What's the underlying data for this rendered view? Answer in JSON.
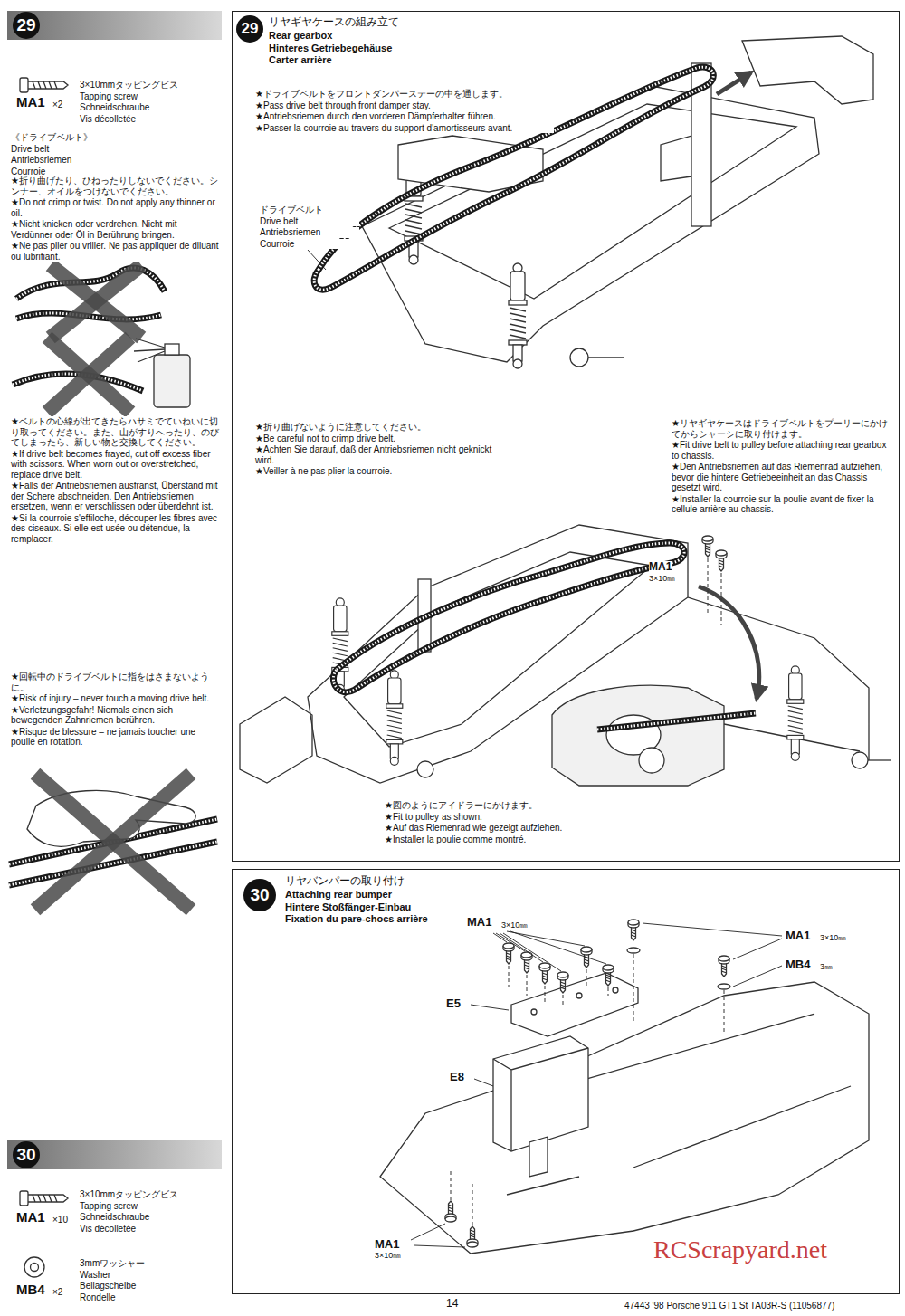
{
  "diagram": {
    "nodes": [
      {
        "text": [
          "29"
        ]
      },
      {
        "text": [
          "30"
        ]
      },
      {
        "text": [
          "リヤギヤケースの組み立て",
          "Rear gearbox",
          "Hinteres Getriebegehäuse",
          "Carter arrière"
        ]
      },
      {
        "text": [
          "29"
        ],
        "in": 2
      },
      {
        "text": [
          "リヤバンパーの取り付け",
          "Attaching rear bumper",
          "Hintere Stoßfänger-Einbau",
          "Fixation du pare-chocs arrière"
        ]
      },
      {
        "text": [
          "30"
        ],
        "in": 4
      }
    ],
    "labels": [
      "MA1",
      "×2",
      "3×10mmタッピングビス",
      "Tapping screw",
      "Schneidschraube",
      "Vis décolletée",
      "《ドライブベルト》",
      "Drive belt",
      "Antriebsriemen",
      "Courroie",
      "★折り曲げたり、ひねったりしないでください。シンナー、オイルをつけないでください。",
      "★Do not crimp or twist. Do not apply any thinner or oil.",
      "★Nicht knicken oder verdrehen. Nicht mit Verdünner oder Öl in Berührung bringen.",
      "★Ne pas plier ou vriller. Ne pas appliquer de diluant ou lubrifiant.",
      "★ベルトの心線が出てきたらハサミでていねいに切り取ってください。また、山がすりへったり、のびてしまったら、新しい物と交換してください。",
      "★If drive belt becomes frayed, cut off excess fiber with scissors. When worn out or overstretched, replace drive belt.",
      "★Falls der Antriebsriemen ausfranst, Überstand mit der Schere abschneiden. Den Antriebsriemen ersetzen, wenn er verschlissen oder überdehnt ist.",
      "★Si la courroie s'effiloche, découper les fibres avec des ciseaux. Si elle est usée ou détendue, la remplacer.",
      "★回転中のドライブベルトに指をはさまないように。",
      "★Risk of injury – never touch a moving drive belt.",
      "★Verletzungsgefahr! Niemals einen sich bewegenden Zahnriemen berühren.",
      "★Risque de blessure – ne jamais toucher une poulie en rotation.",
      "MA1",
      "×10",
      "3×10mmタッピングビス",
      "Tapping screw",
      "Schneidschraube",
      "Vis décolletée",
      "MB4",
      "×2",
      "3mmワッシャー",
      "Washer",
      "Beilagscheibe",
      "Rondelle",
      "★ドライブベルトをフロントダンパーステーの中を通します。",
      "★Pass drive belt through front damper stay.",
      "★Antriebsriemen durch den vorderen Dämpferhalter führen.",
      "★Passer la courroie au travers du support d'amortisseurs avant.",
      "ドライブベルト",
      "Drive belt",
      "Antriebsriemen",
      "Courroie",
      "★折り曲げないように注意してください。",
      "★Be careful not to crimp drive belt.",
      "★Achten Sie darauf, daß der Antriebsriemen nicht geknickt wird.",
      "★Veiller à ne pas plier la courroie.",
      "★リヤギヤケースはドライブベルトをプーリーにかけてからシャーシに取り付けます。",
      "★Fit drive belt to pulley before attaching rear gearbox to chassis.",
      "★Den Antriebsriemen auf das Riemenrad aufziehen, bevor die hintere Getriebeeinheit an das Chassis gesetzt wird.",
      "★Installer la courroie sur la poulie avant de fixer la cellule arrière au chassis.",
      "MA1",
      "3×10㎜",
      "★図のようにアイドラーにかけます。",
      "★Fit to pulley as shown.",
      "★Auf das Riemenrad wie gezeigt aufziehen.",
      "★Installer la poulie comme montré.",
      "MA1",
      "3×10㎜",
      "MA1",
      "3×10㎜",
      "MB4",
      "3㎜",
      "E5",
      "E8",
      "MA1",
      "3×10㎜",
      "14",
      "47443 '98 Porsche 911 GT1 St TA03R-S (11056877)",
      "RCScrapyard.net"
    ]
  }
}
